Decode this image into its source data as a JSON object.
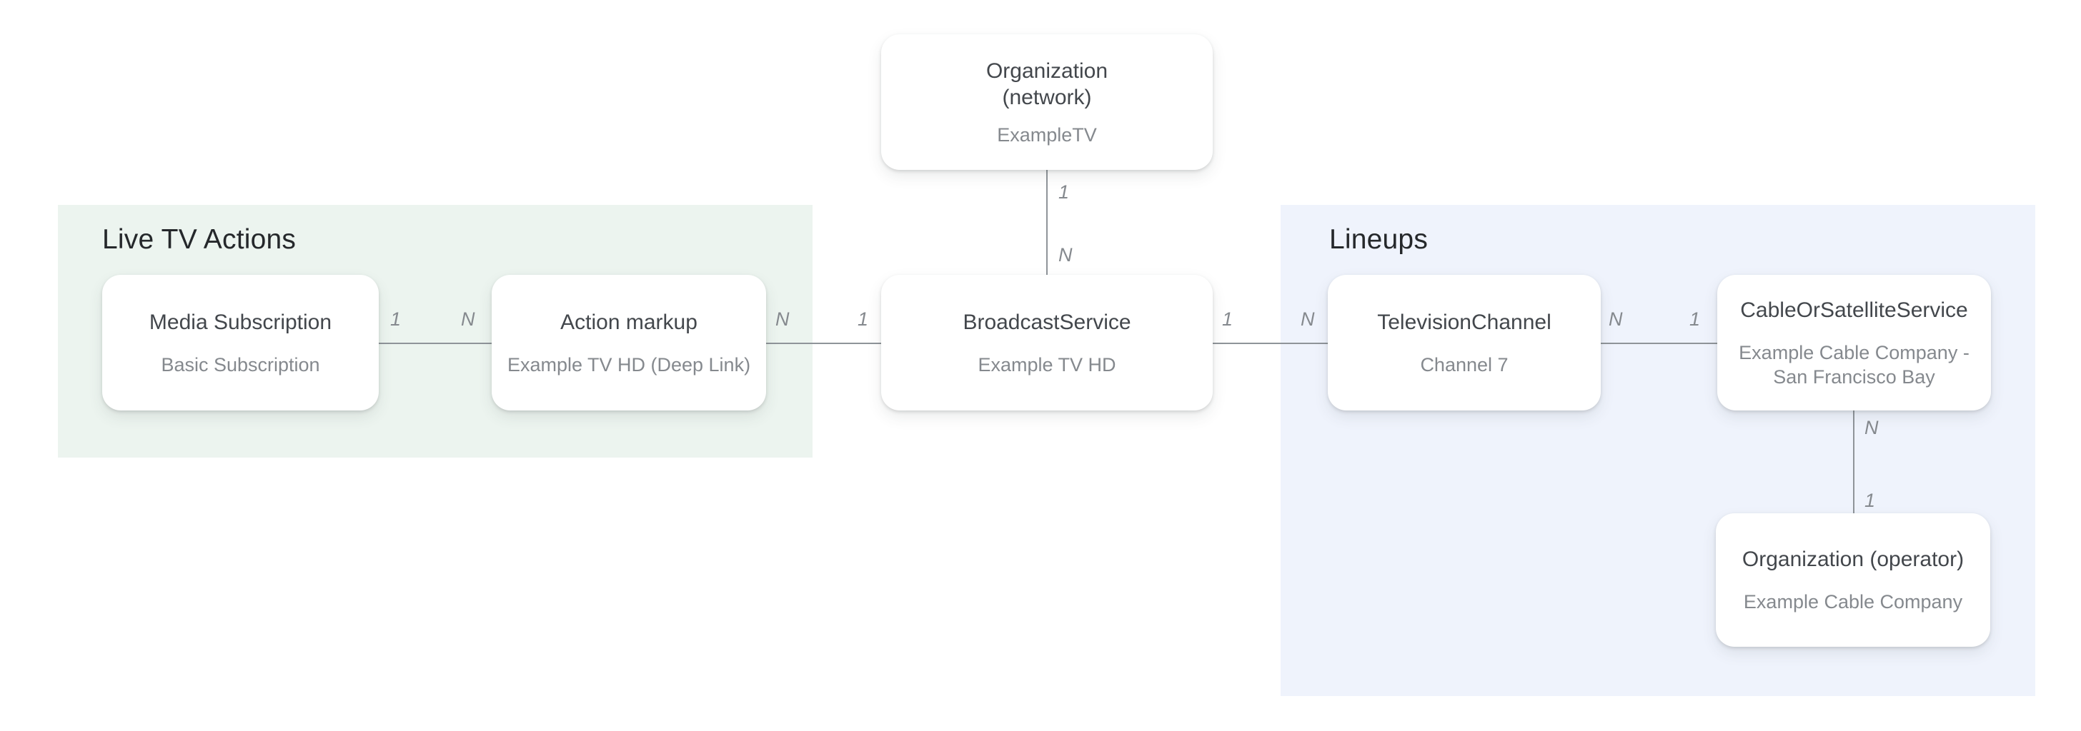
{
  "diagram": {
    "sections": [
      {
        "id": "live-tv-actions",
        "label": "Live TV Actions",
        "bg": "#ECF4EF"
      },
      {
        "id": "lineups",
        "label": "Lineups",
        "bg": "#EFF3FC"
      }
    ],
    "nodes": [
      {
        "id": "organization-network",
        "title": "Organization\n(network)",
        "subtitle": "ExampleTV"
      },
      {
        "id": "media-subscription",
        "title": "Media Subscription",
        "subtitle": "Basic Subscription"
      },
      {
        "id": "action-markup",
        "title": "Action markup",
        "subtitle": "Example TV HD (Deep Link)"
      },
      {
        "id": "broadcast-service",
        "title": "BroadcastService",
        "subtitle": "Example TV HD"
      },
      {
        "id": "television-channel",
        "title": "TelevisionChannel",
        "subtitle": "Channel 7"
      },
      {
        "id": "cable-or-satellite-service",
        "title": "CableOrSatelliteService",
        "subtitle": "Example Cable Company -\nSan Francisco Bay"
      },
      {
        "id": "organization-operator",
        "title": "Organization (operator)",
        "subtitle": "Example Cable Company"
      }
    ],
    "edges": [
      {
        "from": "organization-network",
        "to": "broadcast-service",
        "from_label": "1",
        "to_label": "N",
        "orientation": "vertical"
      },
      {
        "from": "media-subscription",
        "to": "action-markup",
        "from_label": "1",
        "to_label": "N",
        "orientation": "horizontal"
      },
      {
        "from": "action-markup",
        "to": "broadcast-service",
        "from_label": "N",
        "to_label": "1",
        "orientation": "horizontal"
      },
      {
        "from": "broadcast-service",
        "to": "television-channel",
        "from_label": "1",
        "to_label": "N",
        "orientation": "horizontal"
      },
      {
        "from": "television-channel",
        "to": "cable-or-satellite-service",
        "from_label": "N",
        "to_label": "1",
        "orientation": "horizontal"
      },
      {
        "from": "cable-or-satellite-service",
        "to": "organization-operator",
        "from_label": "N",
        "to_label": "1",
        "orientation": "vertical"
      }
    ],
    "colors": {
      "page_bg": "#FFFFFF",
      "section_live_tv_actions_bg": "#ECF4EF",
      "section_lineups_bg": "#EFF3FC",
      "node_bg": "#FFFFFF",
      "node_title": "#43474C",
      "node_subtitle": "#85898E",
      "section_label": "#25282B",
      "connector_line": "#8F9499",
      "cardinality_label": "#85898E"
    }
  }
}
